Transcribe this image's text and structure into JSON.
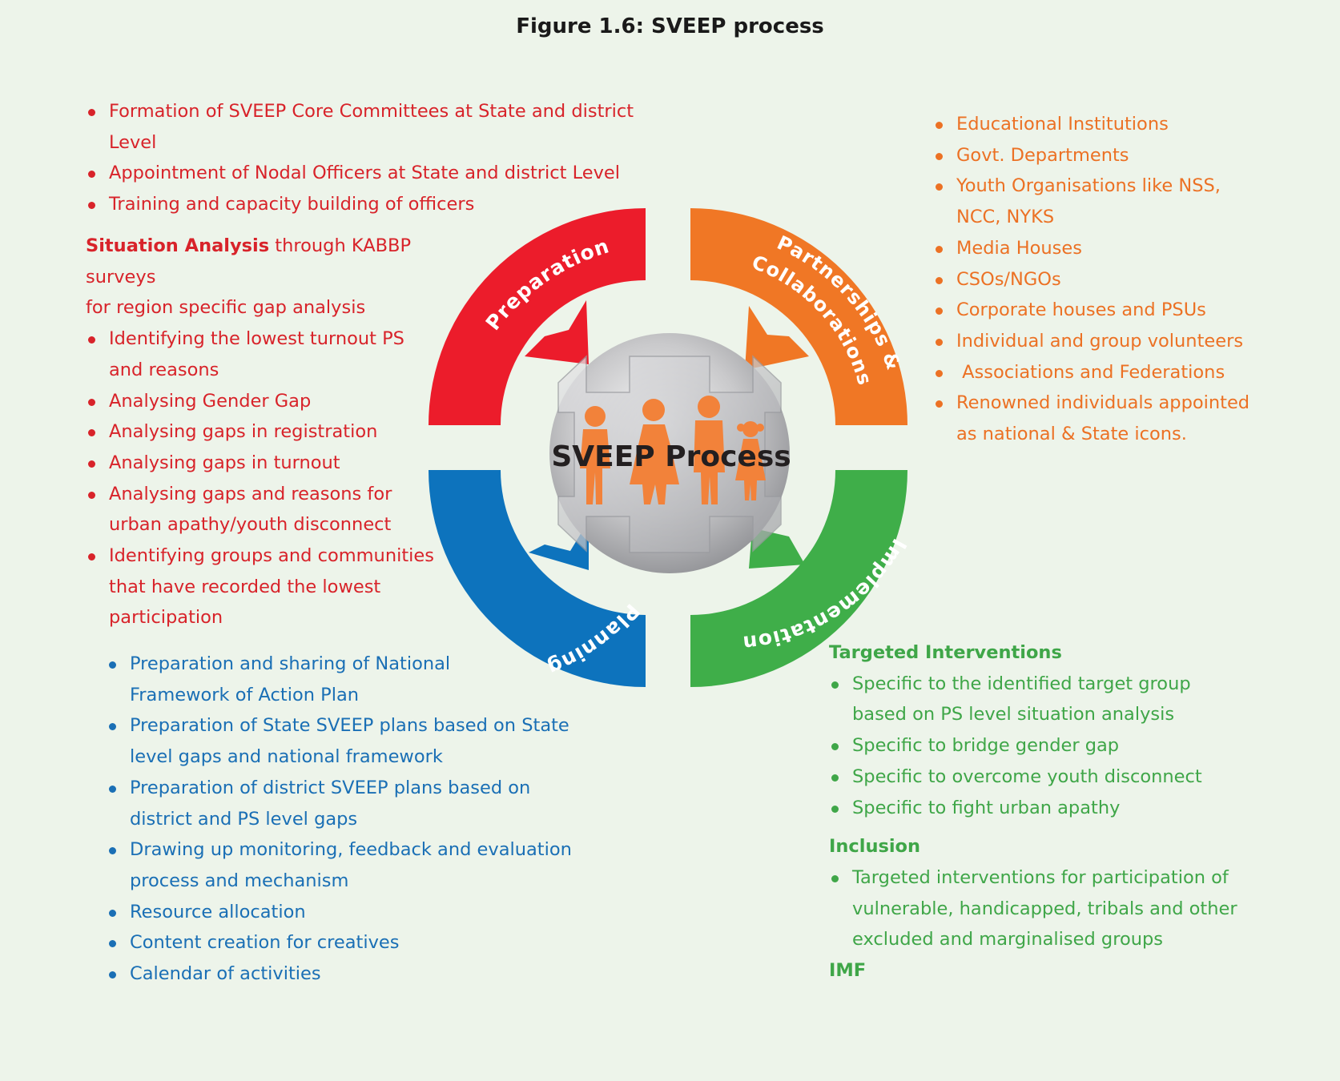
{
  "figure_title": "Figure 1.6: SVEEP process",
  "diagram": {
    "center_label": "SVEEP Process",
    "quadrants": [
      {
        "label": "Preparation",
        "color": "#ec1c2b"
      },
      {
        "label": "Partnerships &",
        "label2": "Collaborations",
        "color": "#f07725"
      },
      {
        "label": "Implementation",
        "color": "#3fae49"
      },
      {
        "label": "Planning",
        "color": "#0d73bd"
      }
    ],
    "figure_color": "#f2823a"
  },
  "preparation": {
    "items": [
      "Formation of SVEEP Core Committees at State and district",
      "Level",
      "Appointment of Nodal Officers at State and district Level",
      "Training and capacity building of officers"
    ],
    "situation_head": "Situation Analysis",
    "situation_rest": " through KABBP surveys",
    "situation_line2": "for region specific gap analysis",
    "analysis_items": [
      "Identifying the lowest turnout PS",
      "and reasons",
      "Analysing Gender Gap",
      "Analysing gaps in registration",
      "Analysing gaps in turnout",
      "Analysing gaps and reasons for",
      "urban apathy/youth disconnect",
      "Identifying groups and communities",
      "that have recorded the lowest",
      "participation"
    ]
  },
  "partnerships": {
    "items": [
      "Educational Institutions",
      "Govt. Departments",
      "Youth Organisations like NSS,",
      "NCC, NYKS",
      "Media Houses",
      "CSOs/NGOs",
      "Corporate houses and PSUs",
      "Individual and group volunteers",
      " Associations and Federations",
      "Renowned individuals appointed",
      "as national & State icons."
    ]
  },
  "planning": {
    "items": [
      "Preparation and sharing of National",
      "Framework of Action Plan",
      "Preparation of State SVEEP plans based on State",
      "level gaps and national framework",
      "Preparation of district SVEEP plans based on",
      "district and PS level gaps",
      "Drawing up monitoring, feedback and evaluation",
      "process and mechanism",
      "Resource allocation",
      "Content creation for creatives",
      "Calendar of activities"
    ]
  },
  "implementation": {
    "targeted_head": "Targeted Interventions",
    "targeted_items": [
      "Specific to the identified target group",
      "based on PS level situation analysis",
      "Specific to bridge gender gap",
      "Specific to overcome youth disconnect",
      "Specific to fight urban apathy"
    ],
    "inclusion_head": "Inclusion",
    "inclusion_items": [
      "Targeted interventions for participation of",
      "vulnerable, handicapped, tribals and other",
      "excluded and marginalised groups"
    ],
    "imf_head": "IMF"
  }
}
